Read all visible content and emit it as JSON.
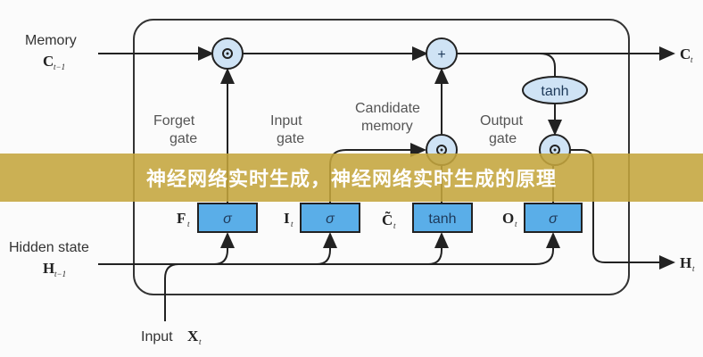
{
  "diagram": {
    "memory_label": "Memory",
    "c_prev": "C",
    "c_prev_sub": "t−1",
    "hidden_label": "Hidden state",
    "h_prev": "H",
    "h_prev_sub": "t−1",
    "input_label": "Input",
    "x_var": "X",
    "x_sub": "t",
    "c_out": "C",
    "c_out_sub": "t",
    "h_out": "H",
    "h_out_sub": "t",
    "gates": {
      "forget": {
        "label1": "Forget",
        "label2": "gate",
        "var": "F",
        "sub": "t",
        "fn": "σ"
      },
      "input": {
        "label1": "Input",
        "label2": "gate",
        "var": "I",
        "sub": "t",
        "fn": "σ"
      },
      "candidate": {
        "label1": "Candidate",
        "label2": "memory",
        "var": "C̃",
        "sub": "t",
        "fn": "tanh"
      },
      "output": {
        "label1": "Output",
        "label2": "gate",
        "var": "O",
        "sub": "t",
        "fn": "σ"
      }
    },
    "tanh_label": "tanh",
    "plus_symbol": "+"
  },
  "banner": {
    "text": "神经网络实时生成，神经网络实时生成的原理"
  },
  "colors": {
    "box_fill": "#5aaee8",
    "circle_fill": "#cfe3f5",
    "banner": "#c4a53c"
  }
}
